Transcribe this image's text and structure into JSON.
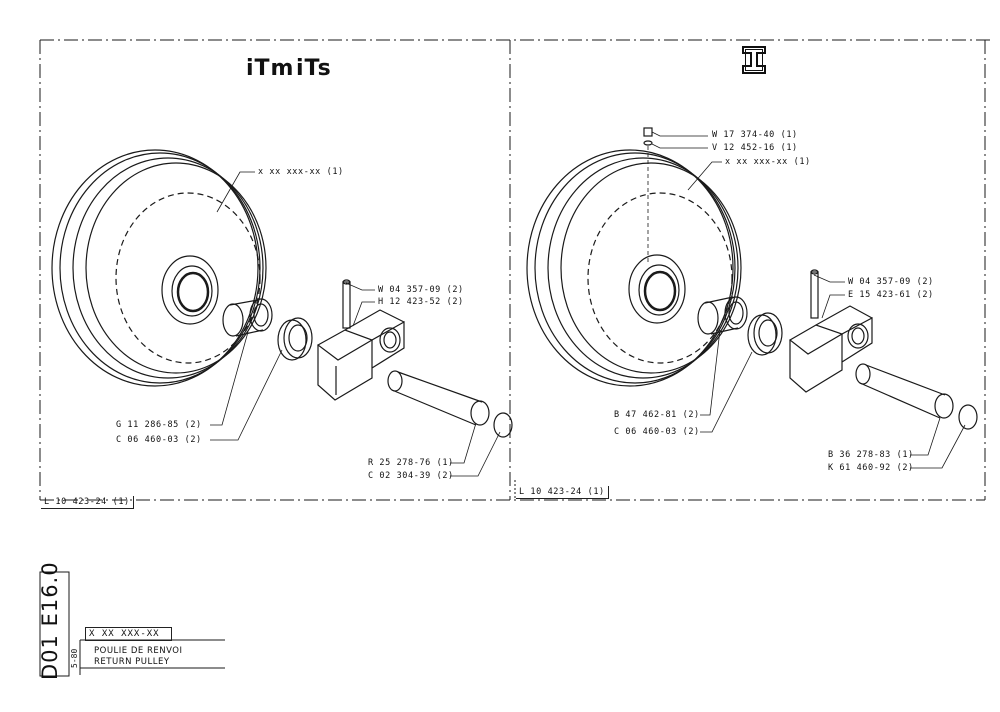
{
  "left_panel": {
    "logos": [
      "iTm",
      "iTs"
    ],
    "labels": {
      "rim": "x xx xxx-xx (1)",
      "pin": "W 04 357-09 (2)",
      "bracket": "H 12 423-52 (2)",
      "bushing": "G 11 286-85 (2)",
      "seal": "C 06 460-03 (2)",
      "shaft": "R 25 278-76 (1)",
      "cap": "C 02 304-39 (2)"
    },
    "ref": "L 10 423-24 (1)"
  },
  "right_panel": {
    "labels": {
      "screw": "W 17 374-40 (1)",
      "washer": "V 12 452-16 (1)",
      "rim": "x xx xxx-xx (1)",
      "pin": "W 04 357-09 (2)",
      "bracket": "E 15 423-61 (2)",
      "bushing": "B 47 462-81 (2)",
      "seal": "C 06 460-03 (2)",
      "shaft": "B 36 278-83 (1)",
      "cap": "K 61 460-92 (2)"
    },
    "ref": "L 10 423-24 (1)"
  },
  "title_block": {
    "doc_number": "D01 E16.0",
    "date_code": "5-80",
    "part_code": "X XX XXX-XX",
    "title_fr": "POULIE DE RENVOI",
    "title_en": "RETURN PULLEY"
  },
  "icons": {
    "right_logo": "tc-logo-icon"
  }
}
